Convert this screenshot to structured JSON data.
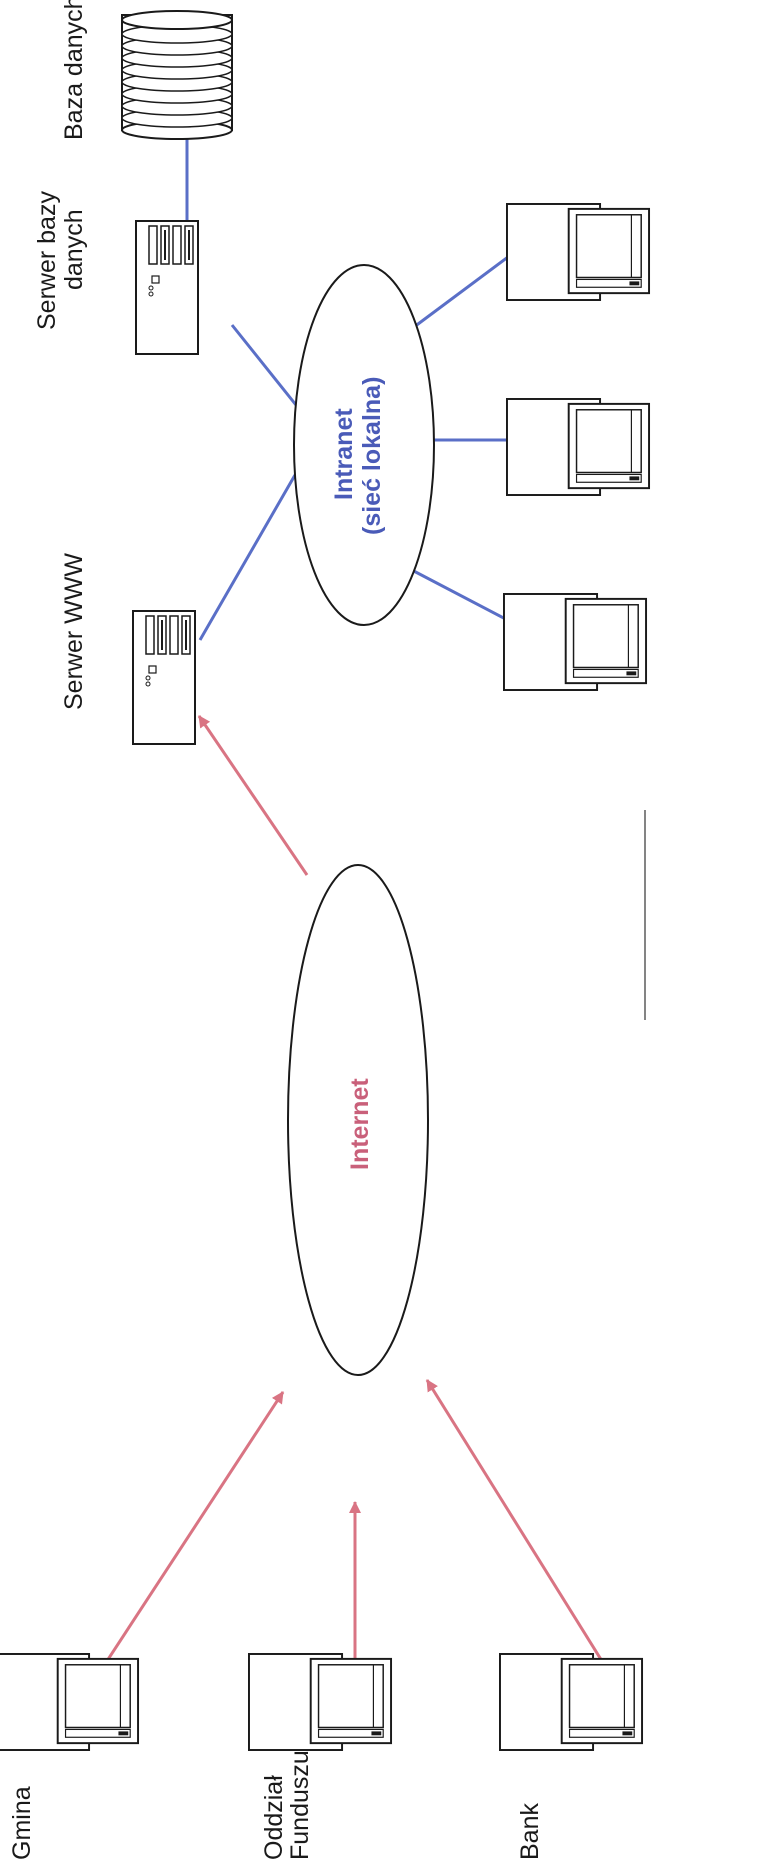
{
  "labels": {
    "baza_danych": "Baza danych",
    "serwer_bazy_line1": "Serwer bazy",
    "serwer_bazy_line2": "danych",
    "serwer_www": "Serwer  WWW",
    "intranet_line1": "Intranet",
    "intranet_line2": "(sieć lokalna)",
    "internet": "Internet",
    "gmina": "Gmina",
    "oddzial_line1": "Oddział",
    "oddzial_line2": "Funduszu",
    "bank": "Bank"
  },
  "colors": {
    "intranet_links": "#5a6fc7",
    "internet_links": "#d97483",
    "intranet_text": "#4a5bb8",
    "internet_text": "#c9607a",
    "outline": "#1a1a1a"
  },
  "icons": [
    "database-icon",
    "server-icon",
    "workstation-icon",
    "network-cloud-icon"
  ]
}
